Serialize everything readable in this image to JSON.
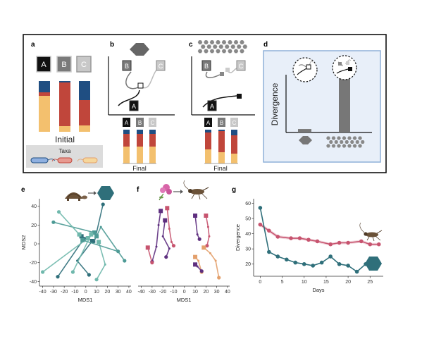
{
  "panels": {
    "a": {
      "letter": "a",
      "taxa_boxes": [
        "A",
        "B",
        "C"
      ],
      "caption": "Initial",
      "legend_title": "Taxa"
    },
    "b": {
      "letter": "b",
      "nodes": [
        "B",
        "C",
        "A"
      ],
      "final_boxes": [
        "A",
        "B",
        "C"
      ],
      "caption": "Final"
    },
    "c": {
      "letter": "c",
      "nodes": [
        "B",
        "C",
        "A"
      ],
      "final_boxes": [
        "A",
        "B",
        "C"
      ],
      "caption": "Final"
    },
    "d": {
      "letter": "d",
      "y_label": "Divergence",
      "bars": [
        {
          "condition": "single host (hexagon)",
          "value": 0.06
        },
        {
          "condition": "many hosts (chain)",
          "value": 0.95
        }
      ]
    },
    "e": {
      "letter": "e",
      "x_label": "MDS1",
      "y_label": "MDS2"
    },
    "f": {
      "letter": "f",
      "x_label": "MDS1"
    },
    "g": {
      "letter": "g",
      "x_label": "Days",
      "y_label": "Divergence"
    }
  },
  "colors": {
    "taxon_a": "#f3c06e",
    "taxon_b": "#c0463b",
    "taxon_c": "#1f4e82",
    "teal": "#2f6f7a",
    "teal_light": "#6fb8ac",
    "pink": "#c7546f",
    "purple": "#5e2f7f",
    "orange": "#e3a06c",
    "panel_d_bg": "#e8eff9",
    "panel_d_border": "#8fb0d8",
    "box_a": "#111111",
    "box_b": "#7a7a7a",
    "box_c": "#c8c8c8"
  },
  "icons": [
    "hexagon-icon",
    "cricket-icon",
    "flower-icon",
    "tortoise-icon",
    "bacterium-icon"
  ],
  "chart_data": [
    {
      "id": "e",
      "type": "scatter",
      "xlabel": "MDS1",
      "ylabel": "MDS2",
      "x_ticks": [
        -40,
        -30,
        -20,
        -10,
        0,
        10,
        20,
        30,
        40
      ],
      "y_ticks": [
        -40,
        -20,
        0,
        20,
        40
      ],
      "xlim": [
        -43,
        42
      ],
      "ylim": [
        -45,
        48
      ],
      "trajectories": [
        {
          "shade": "dark",
          "points": [
            [
              -4,
              8
            ],
            [
              8,
              2
            ],
            [
              16,
              42
            ]
          ]
        },
        {
          "shade": "dark",
          "points": [
            [
              -2,
              5
            ],
            [
              -26,
              -35
            ]
          ]
        },
        {
          "shade": "dark",
          "points": [
            [
              6,
              3
            ],
            [
              -8,
              -18
            ],
            [
              3,
              -33
            ]
          ]
        },
        {
          "shade": "mid",
          "points": [
            [
              10,
              8
            ],
            [
              14,
              18
            ],
            [
              36,
              -18
            ]
          ]
        },
        {
          "shade": "mid",
          "points": [
            [
              8,
              12
            ],
            [
              -30,
              23
            ]
          ]
        },
        {
          "shade": "light",
          "points": [
            [
              -6,
              10
            ],
            [
              -25,
              34
            ]
          ]
        },
        {
          "shade": "light",
          "points": [
            [
              2,
              6
            ],
            [
              -40,
              -30
            ]
          ]
        },
        {
          "shade": "light",
          "points": [
            [
              12,
              2
            ],
            [
              18,
              -22
            ],
            [
              10,
              -38
            ]
          ]
        },
        {
          "shade": "mid",
          "points": [
            [
              -3,
              4
            ],
            [
              30,
              -8
            ]
          ]
        },
        {
          "shade": "light",
          "points": [
            [
              5,
              10
            ],
            [
              -12,
              -30
            ]
          ]
        }
      ]
    },
    {
      "id": "f",
      "type": "scatter",
      "xlabel": "MDS1",
      "x_ticks": [
        -40,
        -30,
        -20,
        -10,
        0,
        10,
        20,
        30,
        40
      ],
      "xlim": [
        -43,
        42
      ],
      "ylim": [
        -45,
        48
      ],
      "trajectories": [
        {
          "shade": "purple",
          "points": [
            [
              -22,
              35
            ],
            [
              -24,
              20
            ],
            [
              -26,
              -3
            ],
            [
              -30,
              -19
            ]
          ]
        },
        {
          "shade": "purple",
          "points": [
            [
              -18,
              25
            ],
            [
              -20,
              8
            ],
            [
              -14,
              -5
            ],
            [
              -17,
              -14
            ]
          ]
        },
        {
          "shade": "pink",
          "points": [
            [
              -16,
              38
            ],
            [
              -14,
              16
            ],
            [
              -12,
              2
            ],
            [
              -10,
              -2
            ]
          ]
        },
        {
          "shade": "pink",
          "points": [
            [
              -34,
              -4
            ],
            [
              -30,
              -20
            ]
          ]
        },
        {
          "shade": "purple",
          "points": [
            [
              10,
              30
            ],
            [
              12,
              10
            ],
            [
              14,
              5
            ]
          ]
        },
        {
          "shade": "pink",
          "points": [
            [
              20,
              30
            ],
            [
              22,
              18
            ],
            [
              23,
              8
            ],
            [
              21,
              -2
            ]
          ]
        },
        {
          "shade": "orange",
          "points": [
            [
              18,
              -4
            ],
            [
              24,
              -10
            ],
            [
              29,
              -18
            ],
            [
              32,
              -36
            ]
          ]
        },
        {
          "shade": "orange",
          "points": [
            [
              10,
              -14
            ],
            [
              13,
              -18
            ],
            [
              16,
              -30
            ]
          ]
        },
        {
          "shade": "purple",
          "points": [
            [
              10,
              -22
            ],
            [
              12,
              -24
            ],
            [
              16,
              -29
            ]
          ]
        }
      ]
    },
    {
      "id": "g",
      "type": "line",
      "xlabel": "Days",
      "ylabel": "Divergence",
      "x_ticks": [
        0,
        5,
        10,
        15,
        20,
        25
      ],
      "y_ticks": [
        20,
        30,
        40,
        50,
        60
      ],
      "xlim": [
        -1.5,
        28
      ],
      "ylim": [
        12,
        63
      ],
      "series": [
        {
          "color": "pink",
          "points": [
            [
              0,
              46
            ],
            [
              2,
              42
            ],
            [
              4,
              38
            ],
            [
              7,
              37
            ],
            [
              9,
              37
            ],
            [
              11,
              36
            ],
            [
              13,
              35
            ],
            [
              16,
              33
            ],
            [
              18,
              34
            ],
            [
              20,
              34
            ],
            [
              23,
              35
            ],
            [
              25,
              33
            ],
            [
              27,
              33
            ]
          ]
        },
        {
          "color": "teal",
          "points": [
            [
              0,
              57
            ],
            [
              2,
              28
            ],
            [
              4,
              25
            ],
            [
              6,
              23
            ],
            [
              8,
              21
            ],
            [
              10,
              20
            ],
            [
              12,
              19
            ],
            [
              14,
              21
            ],
            [
              16,
              25
            ],
            [
              18,
              20
            ],
            [
              20,
              19
            ],
            [
              22,
              15
            ],
            [
              24,
              20
            ]
          ]
        }
      ]
    }
  ]
}
